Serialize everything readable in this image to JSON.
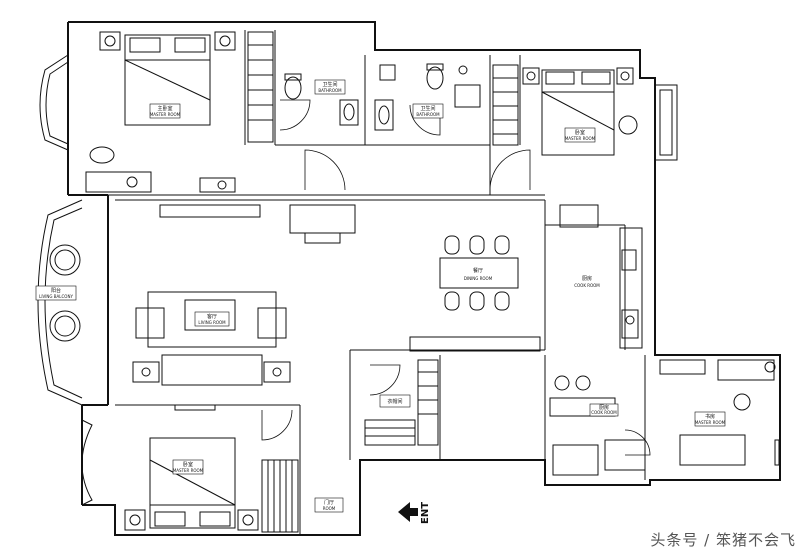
{
  "rooms": {
    "master_bedroom_nw": {
      "cn": "主卧室",
      "en": "MASTER ROOM"
    },
    "bathroom_1": {
      "cn": "卫生间",
      "en": "BATHROOM"
    },
    "bathroom_2": {
      "cn": "卫生间",
      "en": "BATHROOM"
    },
    "bedroom_ne": {
      "cn": "卧室",
      "en": "MASTER ROOM"
    },
    "balcony_w": {
      "cn": "阳台",
      "en": "LIVING BALCONY"
    },
    "living_room": {
      "cn": "客厅",
      "en": "LIVING ROOM"
    },
    "dining_room": {
      "cn": "餐厅",
      "en": "DINING ROOM"
    },
    "kitchen": {
      "cn": "厨房",
      "en": "COOK ROOM"
    },
    "storage": {
      "cn": "衣帽间",
      "en": ""
    },
    "study_se": {
      "cn": "书房",
      "en": "MASTER ROOM"
    },
    "cook_small": {
      "cn": "厨房",
      "en": "COOK ROOM"
    },
    "bedroom_sw": {
      "cn": "卧室",
      "en": "MASTER ROOM"
    },
    "foyer": {
      "cn": "门厅",
      "en": "ROOM"
    }
  },
  "entrance": {
    "label": "ENT"
  },
  "watermark": "头条号 / 笨猪不会飞",
  "colors": {
    "line": "#111111",
    "background": "#ffffff"
  }
}
